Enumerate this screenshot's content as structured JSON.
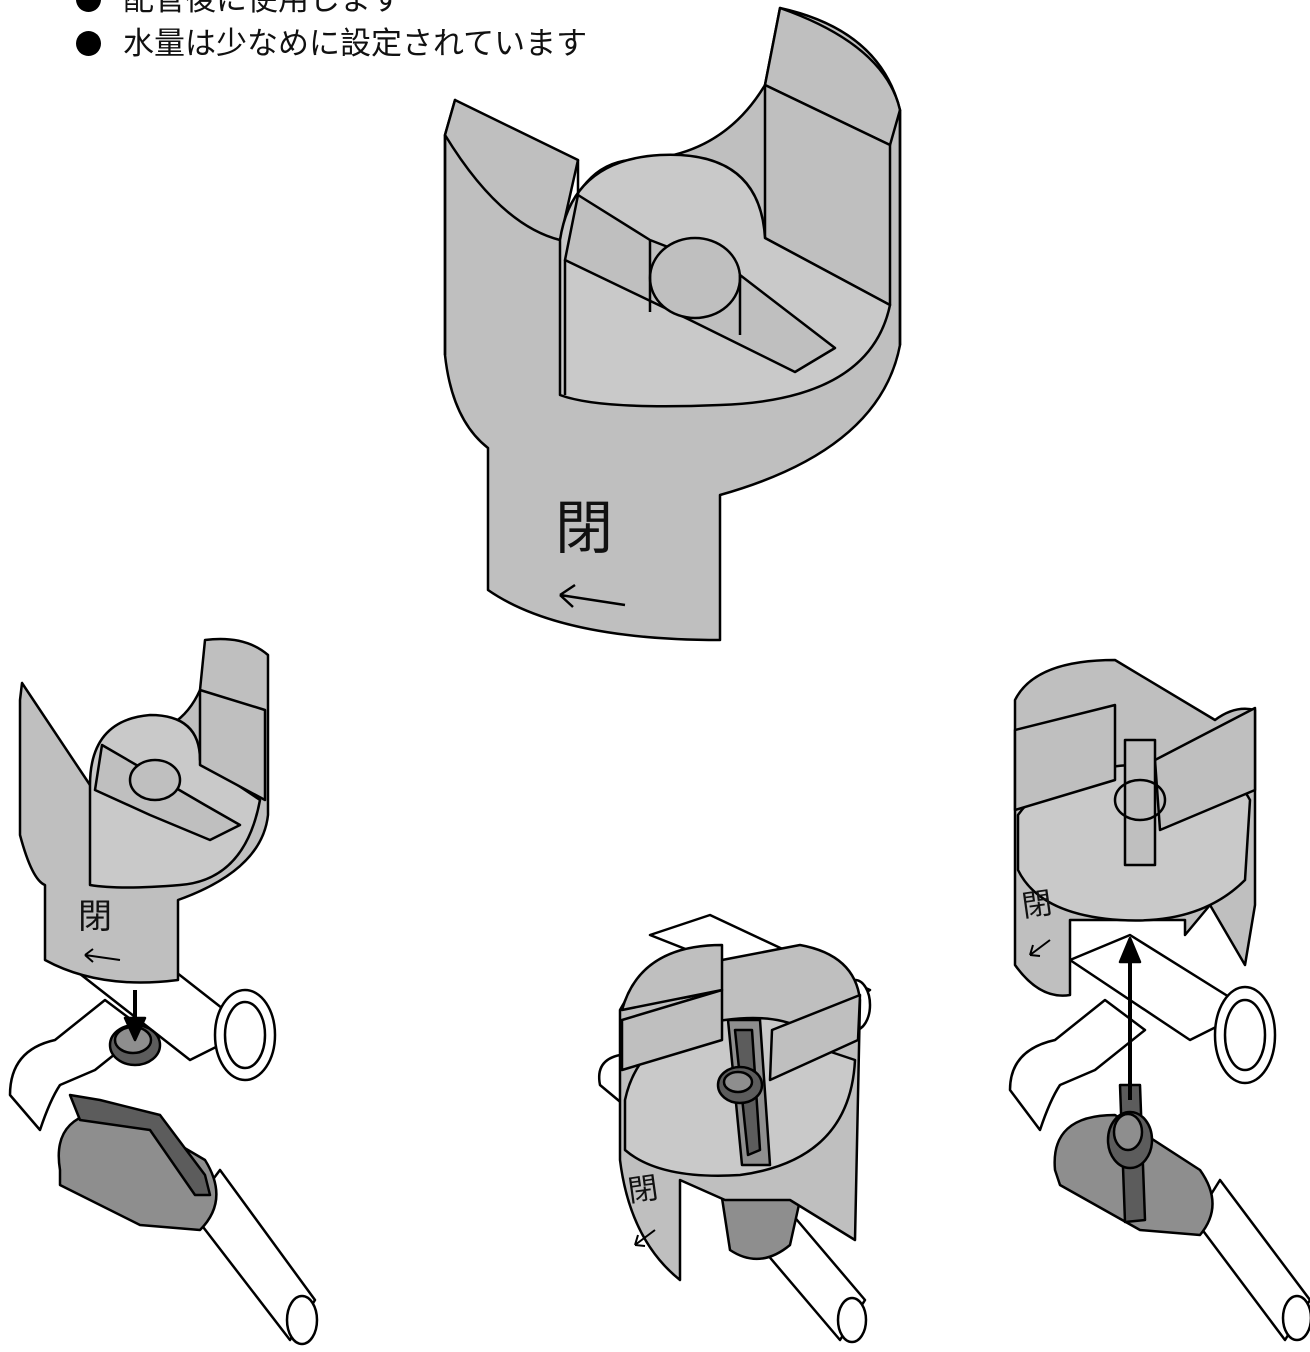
{
  "notes": [
    "配管後に使用します",
    "水量は少なめに設定されています"
  ],
  "tool_label": "閉",
  "colors": {
    "tool_fill": "#bfbfbf",
    "valve_fill": "#8e8e8e",
    "handle_fill": "#5c5c5c",
    "outline": "#000000"
  }
}
